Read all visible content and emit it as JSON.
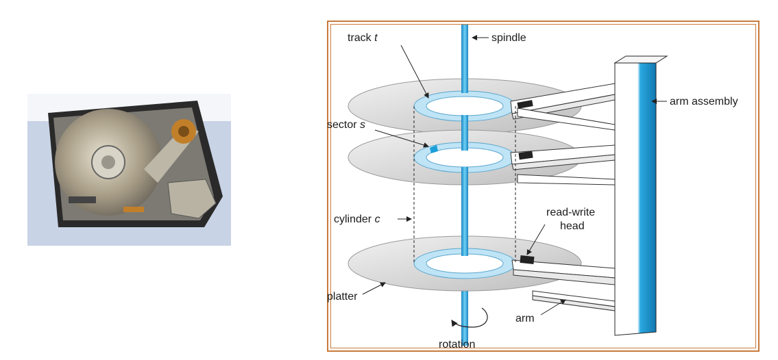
{
  "photo": {
    "icon": "hard-disk-photo"
  },
  "diagram": {
    "labels": {
      "track": "track",
      "track_var": "t",
      "spindle": "spindle",
      "sector": "sector",
      "sector_var": "s",
      "arm_assembly": "arm assembly",
      "cylinder": "cylinder",
      "cylinder_var": "c",
      "read_write_1": "read-write",
      "read_write_2": "head",
      "platter": "platter",
      "arm": "arm",
      "rotation": "rotation"
    },
    "colors": {
      "spindle": "#29a8e0",
      "track_ring": "#bfe4f6",
      "sector_highlight": "#1a9fd8",
      "platter": "#d9d9d9",
      "frame": "#c87a3a"
    }
  }
}
